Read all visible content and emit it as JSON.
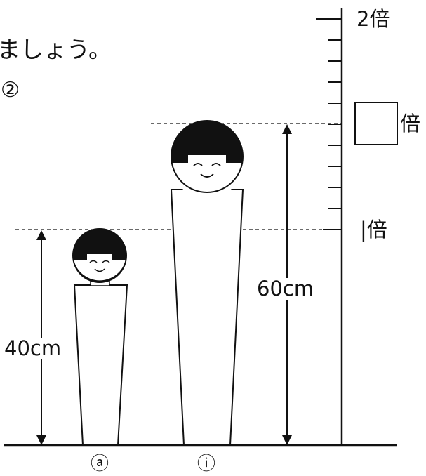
{
  "instruction_fragment": "ましょう。",
  "question_number": "②",
  "doll_a_label": "ⓐ",
  "doll_i_label": "ⓘ",
  "doll_a_height": "40cm",
  "doll_i_height": "60cm",
  "scale_top": "2倍",
  "scale_unit": "倍",
  "scale_one": "|倍",
  "colors": {
    "ink": "#111111",
    "background": "#ffffff"
  }
}
